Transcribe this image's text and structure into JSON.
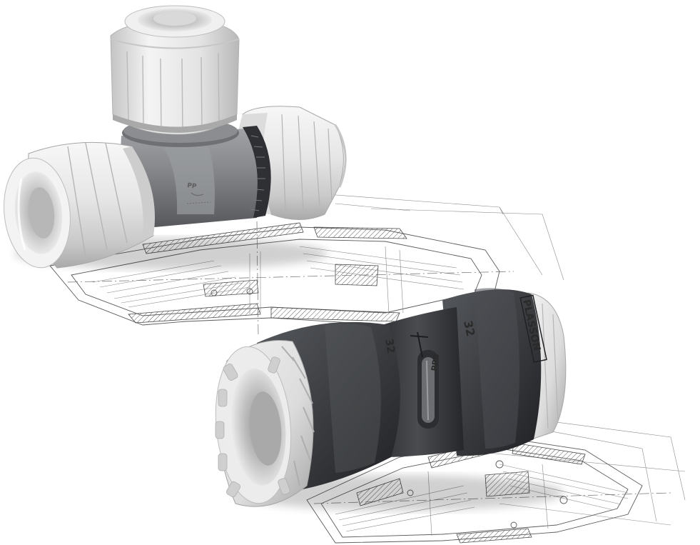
{
  "photo": {
    "background_color": "#ffffff",
    "colors": {
      "white_nut": "#ededed",
      "white_nut_shadow": "#b9b9b9",
      "grey_body": "#7d7f82",
      "grey_body_shadow": "#4f5154",
      "dark_body": "#3c3e41",
      "dark_body_shadow": "#1f2022",
      "drawing_ink": "#5b5b5b"
    }
  },
  "tee_fitting": {
    "body_marks": [
      "PP"
    ]
  },
  "coupler_fitting": {
    "body_marks": {
      "brand": "PLASSON",
      "size": "32",
      "size_left": "32",
      "material": "PPB"
    }
  }
}
